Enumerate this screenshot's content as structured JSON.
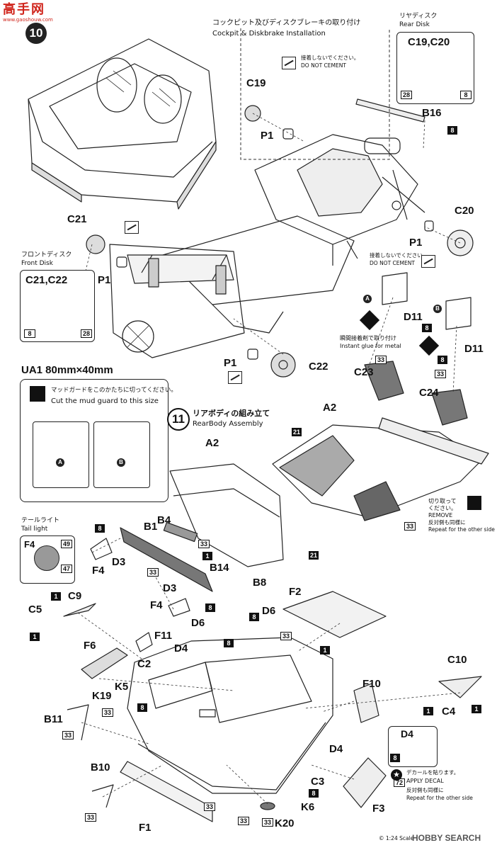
{
  "watermark": {
    "brand": "高手网",
    "site": "www.gaoshouw.com"
  },
  "step10": {
    "number": "10",
    "title_jp": "コックピット及びディスクブレーキの取り付け",
    "title_en": "Cockpit & Diskbrake Installation",
    "do_not_cement_jp": "接着しないでください。",
    "do_not_cement_en": "DO NOT CEMENT",
    "rear_disc": {
      "title_jp": "リヤディスク",
      "title_en": "Rear Disk",
      "parts": "C19,C20",
      "left_num": "28",
      "right_num": "8"
    },
    "front_disc": {
      "title_jp": "フロントディスク",
      "title_en": "Front Disk",
      "parts": "C21,C22",
      "left_num": "8",
      "right_num": "28"
    },
    "labels": {
      "c19": "C19",
      "p1": "P1",
      "b16": "B16",
      "b16_num": "8",
      "c20": "C20",
      "c21": "C21",
      "c22": "C22"
    }
  },
  "glue_note": {
    "jp": "瞬間接着剤で取り付け",
    "en": "Instant glue for metal",
    "a": "A",
    "b": "B",
    "d11": "D11",
    "d11_num": "8",
    "c23": "C23",
    "c24": "C24",
    "num33": "33"
  },
  "ua1": {
    "title": "UA1  80mm×40mm",
    "cut_jp": "マッドガードをこのかたちに切ってください。",
    "cut_en": "Cut the mud guard to this size",
    "a": "A",
    "b": "B"
  },
  "step11": {
    "number": "11",
    "title_jp": "リアボディの組み立て",
    "title_en": "RearBody Assembly",
    "a2": "A2",
    "num21": "21",
    "num33": "33",
    "remove_jp1": "切り取って",
    "remove_jp2": "ください。",
    "remove_en": "REMOVE",
    "repeat_jp": "反対側も同様に",
    "repeat_en": "Repeat for the other side"
  },
  "taillight": {
    "title_jp": "テールライト",
    "title_en": "Tail light",
    "part": "F4",
    "n1": "49",
    "n2": "47"
  },
  "rear_labels": {
    "a2": "A2",
    "b1": "B1",
    "b4": "B4",
    "b8": "B8",
    "b14": "B14",
    "d3": "D3",
    "f4": "F4",
    "n8": "8",
    "n33": "33",
    "n1": "1"
  },
  "body_labels": {
    "c9": "C9",
    "c5": "C5",
    "f2": "F2",
    "d6": "D6",
    "f11": "F11",
    "f6": "F6",
    "d4": "D4",
    "c2": "C2",
    "k5": "K5",
    "k19": "K19",
    "b11": "B11",
    "b10": "B10",
    "f1": "F1",
    "c3": "C3",
    "k6": "K6",
    "k20": "K20",
    "f10": "F10",
    "c10": "C10",
    "c4": "C4",
    "f3": "F3",
    "n1": "1",
    "n8": "8",
    "n33": "33",
    "n72": "72"
  },
  "decal_note": {
    "part": "D4",
    "num": "8",
    "jp": "デカールを貼ります。",
    "en": "APPLY DECAL",
    "repeat_jp": "反対側も同様に",
    "repeat_en": "Repeat for the other side"
  },
  "footer": {
    "copyright": "© 1:24 Scale",
    "logo": "HOBBY SEARCH"
  }
}
